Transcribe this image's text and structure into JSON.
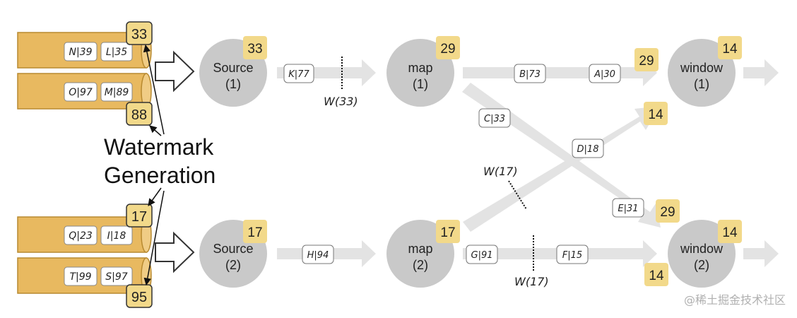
{
  "colors": {
    "kafka_body": "#e8b960",
    "kafka_edge": "#b88a30",
    "kafka_end": "#f0cc85",
    "badge": "#f2d98a",
    "badge_edge": "#3a3a3a",
    "node": "#c9c9c9",
    "flow": "#e3e3e3",
    "text": "#222222"
  },
  "caption": {
    "line1": "Watermark",
    "line2": "Generation"
  },
  "watermark_site": "@稀土掘金技术社区",
  "partitions": [
    {
      "records": [
        "N|39",
        "L|35"
      ],
      "watermark": "33"
    },
    {
      "records": [
        "O|97",
        "M|89"
      ],
      "watermark": "88"
    },
    {
      "records": [
        "Q|23",
        "I|18"
      ],
      "watermark": "17"
    },
    {
      "records": [
        "T|99",
        "S|97"
      ],
      "watermark": "95"
    }
  ],
  "nodes": {
    "source1": {
      "name": "Source",
      "index": "(1)",
      "watermark": "33"
    },
    "source2": {
      "name": "Source",
      "index": "(2)",
      "watermark": "17"
    },
    "map1": {
      "name": "map",
      "index": "(1)",
      "watermark": "29"
    },
    "map2": {
      "name": "map",
      "index": "(2)",
      "watermark": "17"
    },
    "window1": {
      "name": "window",
      "index": "(1)",
      "watermark": "14"
    },
    "window2": {
      "name": "window",
      "index": "(2)",
      "watermark": "14"
    }
  },
  "stream_records": {
    "k": "K|77",
    "h": "H|94",
    "b": "B|73",
    "a": "A|30",
    "c": "C|33",
    "d": "D|18",
    "e": "E|31",
    "g": "G|91",
    "f": "F|15"
  },
  "watermark_markers": {
    "w1": "W(33)",
    "w2": "W(17)",
    "w3": "W(17)"
  },
  "input_watermarks": {
    "window1_from_map1": "29",
    "window1_from_map2": "14",
    "window2_from_map1": "29",
    "window2_from_map2": "14"
  }
}
